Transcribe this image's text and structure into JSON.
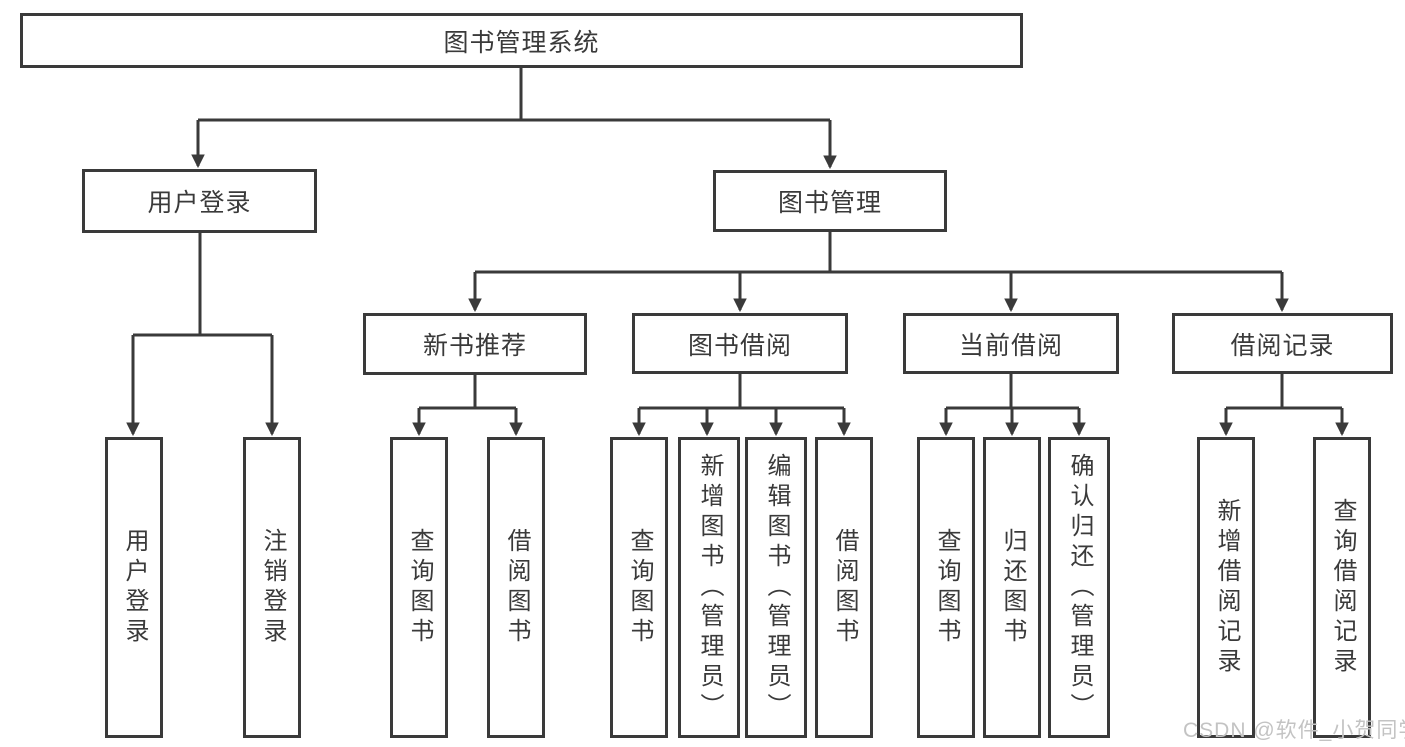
{
  "diagram": {
    "root": {
      "label": "图书管理系统"
    },
    "level2": [
      {
        "label": "用户登录"
      },
      {
        "label": "图书管理"
      }
    ],
    "level3": [
      {
        "label": "新书推荐"
      },
      {
        "label": "图书借阅"
      },
      {
        "label": "当前借阅"
      },
      {
        "label": "借阅记录"
      }
    ],
    "leaves": {
      "user_login": [
        "用户登录",
        "注销登录"
      ],
      "new_book_recommend": [
        "查询图书",
        "借阅图书"
      ],
      "book_borrow": [
        "查询图书",
        "新增图书（管理员）",
        "编辑图书（管理员）",
        "借阅图书"
      ],
      "current_borrow": [
        "查询图书",
        "归还图书",
        "确认归还（管理员）"
      ],
      "borrow_records": [
        "新增借阅记录",
        "查询借阅记录"
      ]
    }
  },
  "watermark": {
    "text": "CSDN @软件_小贺同学"
  },
  "colors": {
    "line": "#3a3a3a",
    "box_border": "#3a3a3a",
    "box_fill": "#ffffff",
    "text": "#3a3a3a",
    "watermark": "#c3c3c3"
  }
}
